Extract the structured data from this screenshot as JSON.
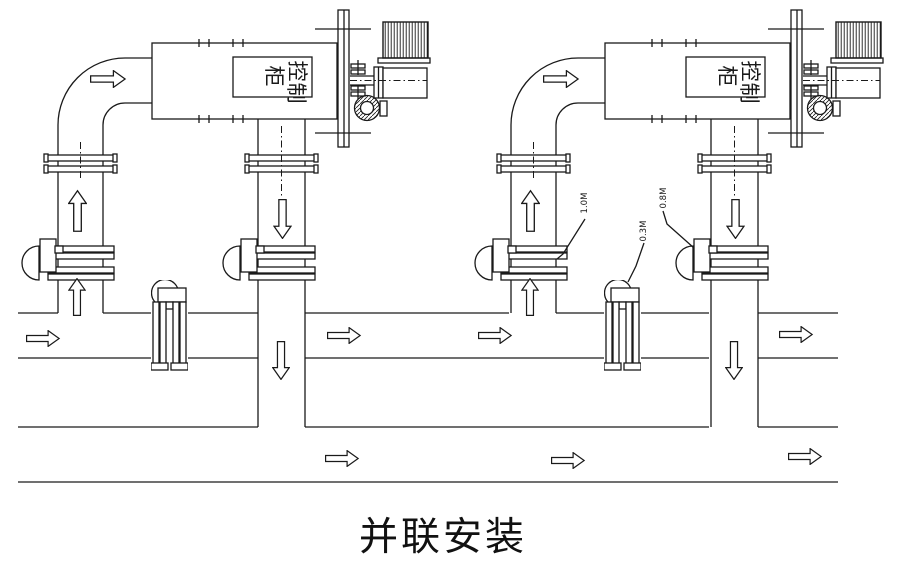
{
  "caption": "并联安装",
  "vessel_label": {
    "text": "控制柜",
    "chars": [
      "控",
      "制",
      "柜"
    ]
  },
  "callouts": [
    "1.0M",
    "0.3M",
    "0.8M"
  ],
  "colors": {
    "line": "#1a1a1a",
    "background": "#ffffff"
  }
}
